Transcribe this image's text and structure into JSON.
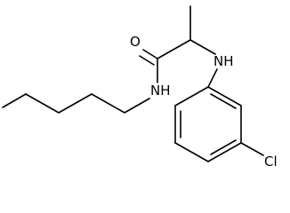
{
  "structure": {
    "atom_labels": {
      "carbonyl_oxygen": "O",
      "aniline_nh": "NH",
      "amide_nh": "NH",
      "chlorine": "Cl"
    },
    "bond_color": "#000000",
    "background_color": "#ffffff"
  }
}
